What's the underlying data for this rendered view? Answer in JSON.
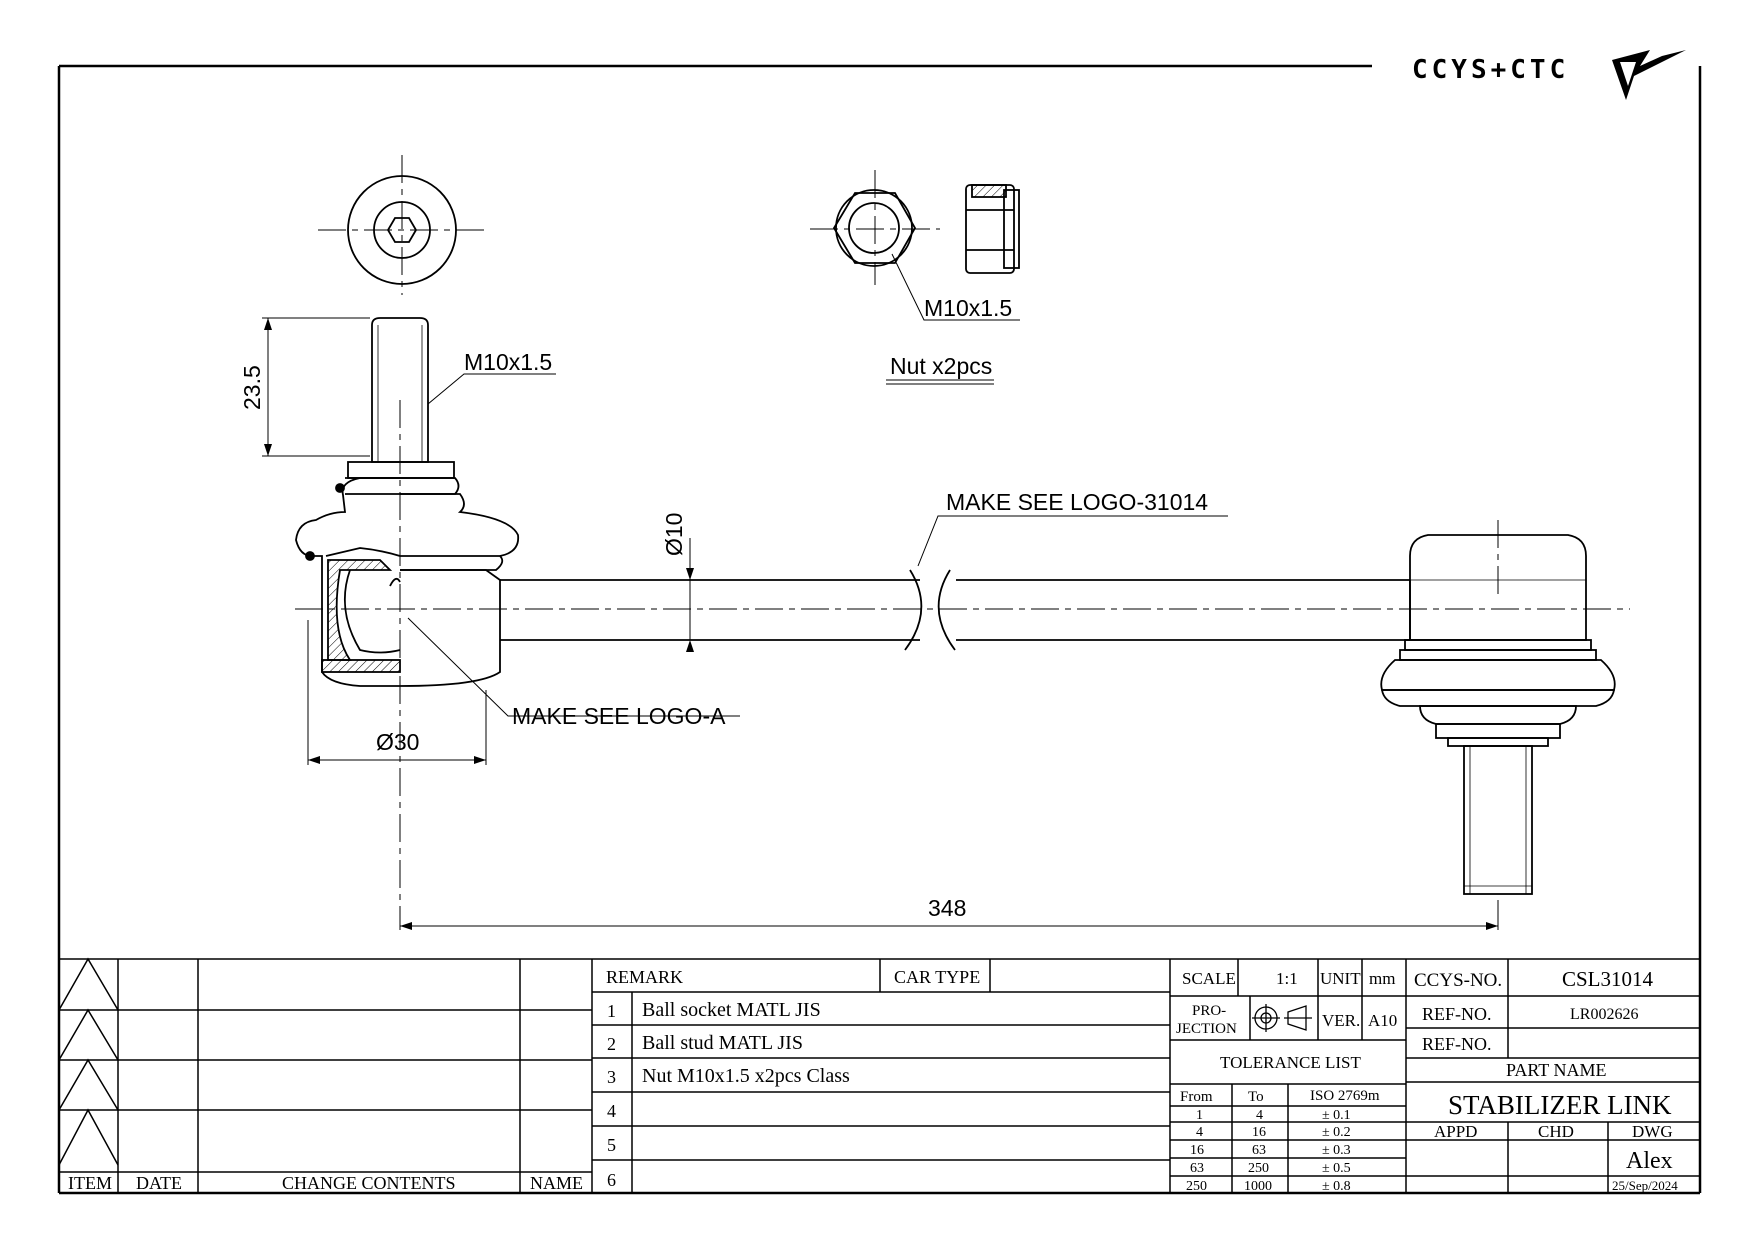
{
  "brand": {
    "logo_text": "CCYS+CTC"
  },
  "callouts": {
    "stud_thread": "M10x1.5",
    "nut_thread": "M10x1.5",
    "nut_qty": "Nut x2pcs",
    "logo_31014": "MAKE SEE LOGO-31014",
    "logo_a": "MAKE SEE LOGO-A"
  },
  "dimensions": {
    "stud_length": "23.5",
    "rod_diameter": "Ø10",
    "socket_diameter": "Ø30",
    "overall_length": "348"
  },
  "revision_block": {
    "headers": {
      "item": "ITEM",
      "date": "DATE",
      "change": "CHANGE CONTENTS",
      "name": "NAME"
    }
  },
  "remark_block": {
    "remark_label": "REMARK",
    "car_type_label": "CAR TYPE",
    "rows": [
      {
        "no": "1",
        "text": "Ball socket MATL JIS"
      },
      {
        "no": "2",
        "text": "Ball stud MATL JIS"
      },
      {
        "no": "3",
        "text": "Nut M10x1.5 x2pcs Class"
      },
      {
        "no": "4",
        "text": ""
      },
      {
        "no": "5",
        "text": ""
      },
      {
        "no": "6",
        "text": ""
      }
    ]
  },
  "spec_block": {
    "scale_label": "SCALE",
    "scale": "1:1",
    "unit_label": "UNIT",
    "unit": "mm",
    "projection_label_1": "PRO-",
    "projection_label_2": "JECTION",
    "ver_label": "VER.",
    "ver": "A10",
    "tolerance_title": "TOLERANCE LIST",
    "tol_headers": {
      "from": "From",
      "to": "To",
      "iso": "ISO 2769m"
    },
    "tol_rows": [
      {
        "from": "1",
        "to": "4",
        "tol": "± 0.1"
      },
      {
        "from": "4",
        "to": "16",
        "tol": "± 0.2"
      },
      {
        "from": "16",
        "to": "63",
        "tol": "± 0.3"
      },
      {
        "from": "63",
        "to": "250",
        "tol": "± 0.5"
      },
      {
        "from": "250",
        "to": "1000",
        "tol": "± 0.8"
      }
    ]
  },
  "part_block": {
    "ccys_label": "CCYS-NO.",
    "ccys_no": "CSL31014",
    "ref_label_1": "REF-NO.",
    "ref_no_1": "LR002626",
    "ref_label_2": "REF-NO.",
    "ref_no_2": "",
    "part_name_label": "PART NAME",
    "part_name": "STABILIZER LINK",
    "appd_label": "APPD",
    "chd_label": "CHD",
    "dwg_label": "DWG",
    "dwg_name": "Alex",
    "date": "25/Sep/2024"
  }
}
